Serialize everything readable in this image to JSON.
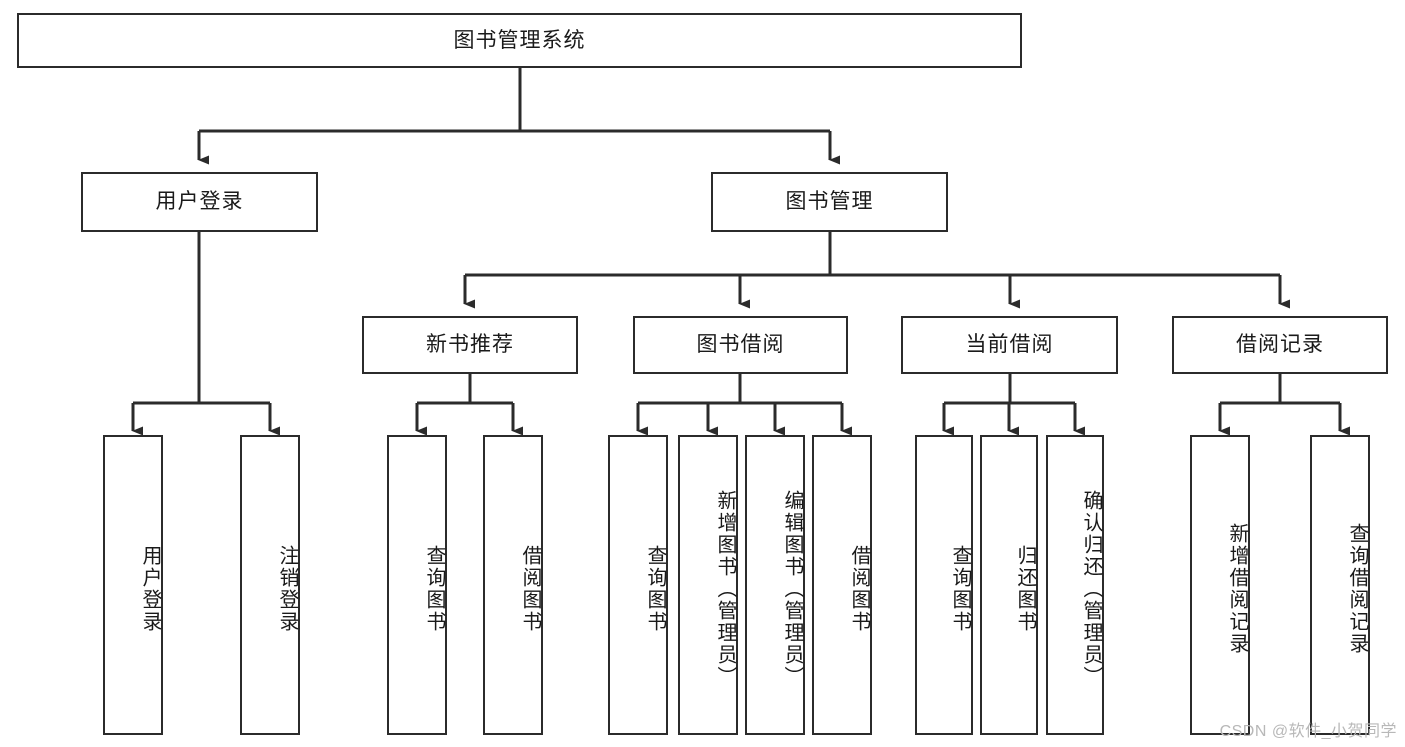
{
  "diagram": {
    "title": "图书管理系统",
    "type": "hierarchy-tree",
    "watermark": "CSDN @软件_小贺同学",
    "colors": {
      "box_border": "#2b2b2b",
      "box_fill": "#ffffff",
      "edge": "#2b2b2b",
      "text": "#1a1a1a",
      "watermark": "#b8b8b8"
    },
    "root": {
      "label": "图书管理系统"
    },
    "level1": [
      {
        "label": "用户登录"
      },
      {
        "label": "图书管理"
      }
    ],
    "level2": [
      {
        "label": "新书推荐"
      },
      {
        "label": "图书借阅"
      },
      {
        "label": "当前借阅"
      },
      {
        "label": "借阅记录"
      }
    ],
    "leaves": [
      {
        "label": "用户登录",
        "parent": "用户登录"
      },
      {
        "label": "注销登录",
        "parent": "用户登录"
      },
      {
        "label": "查询图书",
        "parent": "新书推荐"
      },
      {
        "label": "借阅图书",
        "parent": "新书推荐"
      },
      {
        "label": "查询图书",
        "parent": "图书借阅"
      },
      {
        "label": "新增图书（管理员）",
        "parent": "图书借阅"
      },
      {
        "label": "编辑图书（管理员）",
        "parent": "图书借阅"
      },
      {
        "label": "借阅图书",
        "parent": "图书借阅"
      },
      {
        "label": "查询图书",
        "parent": "当前借阅"
      },
      {
        "label": "归还图书",
        "parent": "当前借阅"
      },
      {
        "label": "确认归还（管理员）",
        "parent": "当前借阅"
      },
      {
        "label": "新增借阅记录",
        "parent": "借阅记录"
      },
      {
        "label": "查询借阅记录",
        "parent": "借阅记录"
      }
    ]
  }
}
